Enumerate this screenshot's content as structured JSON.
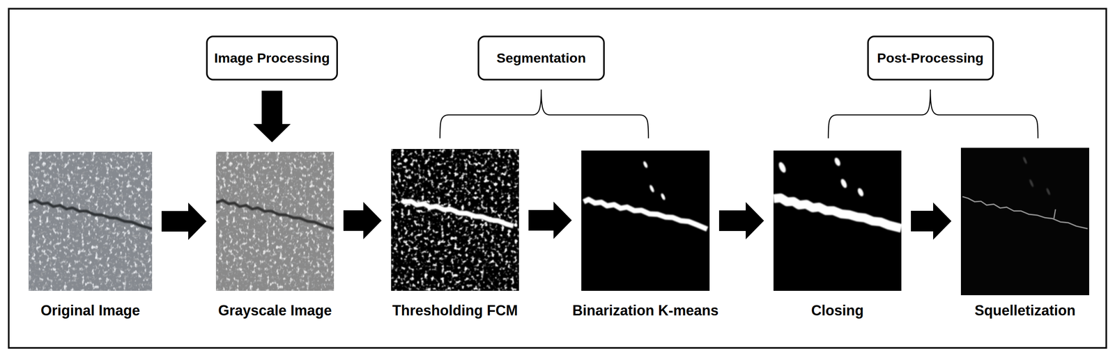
{
  "diagram": {
    "nodes": [
      {
        "text": [
          "Image Processing"
        ]
      },
      {
        "text": [
          "Segmentation"
        ]
      },
      {
        "text": [
          "Post-Processing"
        ]
      },
      {
        "text": [
          "Original Image"
        ]
      },
      {
        "text": [
          "Grayscale Image"
        ]
      },
      {
        "text": [
          "Thresholding FCM"
        ]
      },
      {
        "text": [
          "Binarization K-means"
        ]
      },
      {
        "text": [
          "Closing"
        ]
      },
      {
        "text": [
          "Squelletization"
        ]
      }
    ],
    "edges": [
      {
        "from": 0,
        "to": 4,
        "arrow": "to"
      },
      {
        "from": 3,
        "to": 4,
        "arrow": "to"
      },
      {
        "from": 4,
        "to": 5,
        "arrow": "to"
      },
      {
        "from": 5,
        "to": 6,
        "arrow": "to"
      },
      {
        "from": 6,
        "to": 7,
        "arrow": "to"
      },
      {
        "from": 7,
        "to": 8,
        "arrow": "to"
      }
    ]
  }
}
